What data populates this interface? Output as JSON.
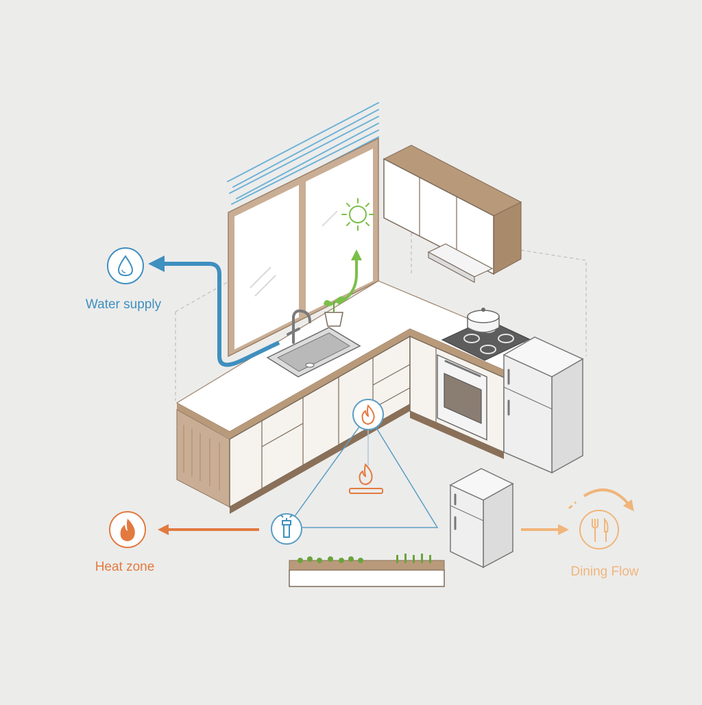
{
  "labels": {
    "water": "Water supply",
    "heat": "Heat zone",
    "dining": "Dining Flow"
  },
  "icons": {
    "water": "water-drop-icon",
    "heat": "flame-icon",
    "dining": "fork-knife-icon",
    "sink": "faucet-icon",
    "stove": "flame-icon",
    "sun": "sun-icon"
  },
  "colors": {
    "background": "#ececeb",
    "water": "#3f8fbf",
    "heat": "#e27a3f",
    "dining": "#f0b57a",
    "light": "#7bbf4a",
    "wood": "#b89a7a",
    "outline": "#7a6a5a",
    "triangle": "#5c9ec4"
  }
}
